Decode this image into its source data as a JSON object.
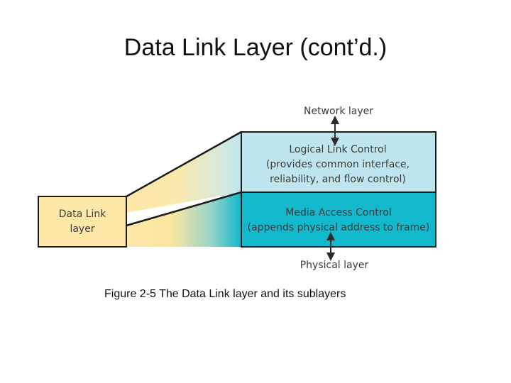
{
  "slide": {
    "title": "Data Link Layer (cont’d.)",
    "caption": "Figure 2-5 The Data Link layer and its sublayers"
  },
  "diagram": {
    "network_label": "Network layer",
    "physical_label": "Physical layer",
    "data_link": {
      "line1": "Data Link",
      "line2": "layer"
    },
    "llc": {
      "line1": "Logical Link Control",
      "line2": "(provides common interface,",
      "line3": "reliability, and flow control)"
    },
    "mac": {
      "line1": "Media Access Control",
      "line2": "(appends physical address to frame)"
    }
  },
  "colors": {
    "data_link_fill": "#fde8a8",
    "llc_fill": "#bfe6ee",
    "mac_fill": "#12b8cc",
    "outline": "#1a1a1a",
    "arrow": "#2a2a2a"
  }
}
